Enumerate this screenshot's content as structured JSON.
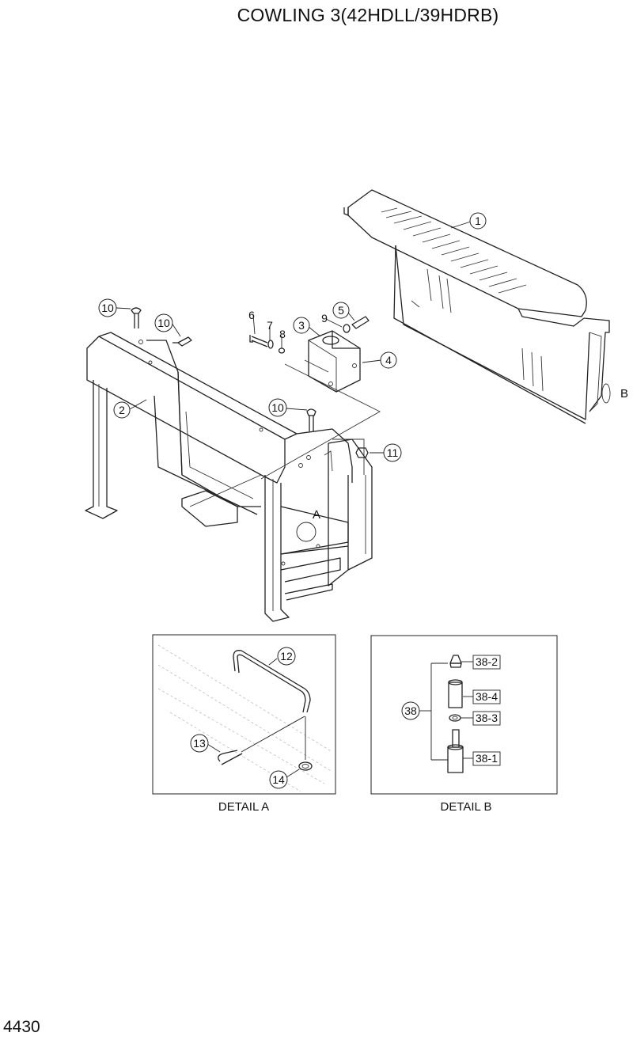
{
  "title": "COWLING 3(42HDLL/39HDRB)",
  "page_number": "4430",
  "callouts": {
    "c1": "1",
    "c2": "2",
    "c3": "3",
    "c4": "4",
    "c5": "5",
    "c6": "6",
    "c7": "7",
    "c8": "8",
    "c9": "9",
    "c10a": "10",
    "c10b": "10",
    "c10c": "10",
    "c11": "11",
    "c12": "12",
    "c13": "13",
    "c14": "14",
    "c38": "38"
  },
  "detail_refs": {
    "a": "A",
    "b": "B"
  },
  "detail_a": {
    "caption": "DETAIL A"
  },
  "detail_b": {
    "caption": "DETAIL B",
    "parts": [
      "38-2",
      "38-4",
      "38-3",
      "38-1"
    ]
  }
}
